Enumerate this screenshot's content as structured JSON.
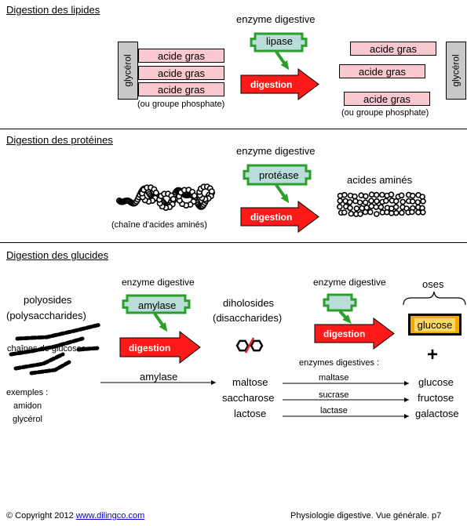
{
  "lipids": {
    "title": "Digestion des lipides",
    "enzyme_label": "enzyme digestive",
    "enzyme_name": "lipase",
    "digestion": "digestion",
    "glycerol": "glycérol",
    "fatty_acid": "acide gras",
    "phosphate_note": "(ou groupe phosphate)"
  },
  "proteins": {
    "title": "Digestion des protéines",
    "enzyme_label": "enzyme digestive",
    "enzyme_name": "protéase",
    "digestion": "digestion",
    "chain_caption": "(chaîne d'acides aminés)",
    "products": "acides aminés"
  },
  "carbs": {
    "title": "Digestion des glucides",
    "enzyme_label_1": "enzyme digestive",
    "enzyme_name_1": "amylase",
    "enzyme_label_2": "enzyme digestive",
    "digestion_1": "digestion",
    "digestion_2": "digestion",
    "polyosides": "polyosides",
    "polysaccharides": "(polysaccharides)",
    "glucose_chains": "chaînes de glucoses",
    "examples_label": "exemples :",
    "examples": [
      "amidon",
      "glycérol"
    ],
    "diholosides": "diholosides",
    "disaccharides": "(disaccharides)",
    "oses": "oses",
    "glucose_box": "glucose",
    "plus": "+",
    "amylase_arrow": "amylase",
    "enzymes_label": "enzymes digestives :",
    "disaccharide_list": [
      "maltose",
      "saccharose",
      "lactose"
    ],
    "enzyme_list": [
      "maltase",
      "sucrase",
      "lactase"
    ],
    "monosaccharide_list": [
      "glucose",
      "fructose",
      "galactose"
    ]
  },
  "footer": {
    "copyright": "© Copyright 2012",
    "link": "www.dilingco.com",
    "page": "Physiologie digestive. Vue générale. p7"
  },
  "colors": {
    "pink": "#f9c9cf",
    "enzyme_fill": "#b9ddd9",
    "enzyme_border": "#2aa02a",
    "digestion_red": "#ff1a1a",
    "glucose_fill": "#f5a800",
    "glycerol_grey": "#c8c8c8",
    "link_blue": "#0000dd"
  }
}
